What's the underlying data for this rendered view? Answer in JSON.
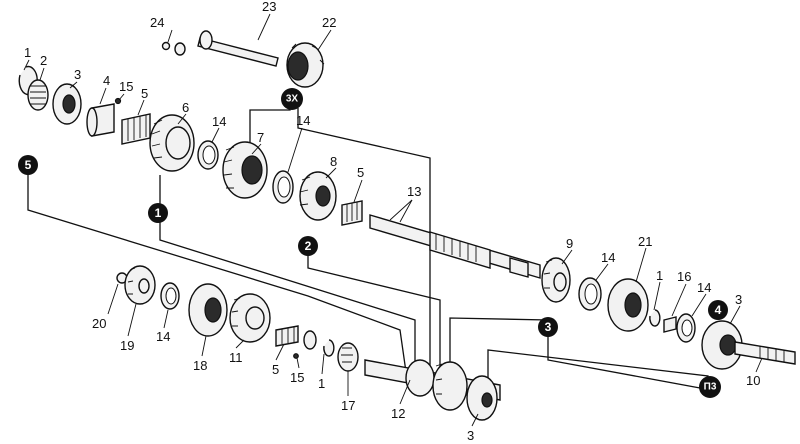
{
  "callouts": {
    "n1a": "1",
    "n2": "2",
    "n3a": "3",
    "n4": "4",
    "n15a": "15",
    "n5a": "5",
    "n6": "6",
    "n14a": "14",
    "n7": "7",
    "n14b": "14",
    "n8": "8",
    "n5b": "5",
    "n13": "13",
    "n23": "23",
    "n24": "24",
    "n22": "22",
    "n9": "9",
    "n14c": "14",
    "n21": "21",
    "n1b": "1",
    "n16": "16",
    "n14d": "14",
    "n3b": "3",
    "n10": "10",
    "n20": "20",
    "n19": "19",
    "n14e": "14",
    "n18": "18",
    "n11": "11",
    "n5c": "5",
    "n15b": "15",
    "n1c": "1",
    "n17": "17",
    "n12": "12",
    "n3c": "3"
  },
  "badges": {
    "b5": "5",
    "b1": "1",
    "b2": "2",
    "b3": "3",
    "b4": "4",
    "b3x": "3X",
    "bp3": "П3"
  },
  "colors": {
    "ink": "#111111",
    "paper": "#ffffff"
  }
}
